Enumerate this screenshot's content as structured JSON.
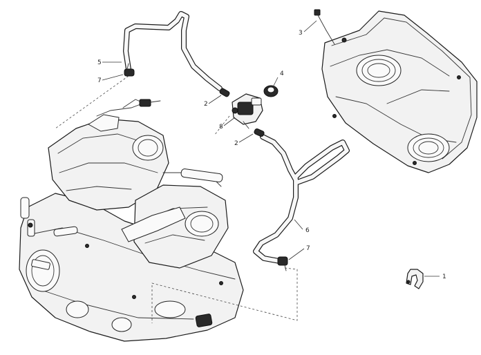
{
  "diagram": {
    "callouts": [
      {
        "id": "part-1",
        "label": "1"
      },
      {
        "id": "part-2-upper",
        "label": "2"
      },
      {
        "id": "part-2-lower",
        "label": "2"
      },
      {
        "id": "part-3",
        "label": "3"
      },
      {
        "id": "part-4",
        "label": "4"
      },
      {
        "id": "part-5",
        "label": "5"
      },
      {
        "id": "part-6",
        "label": "6"
      },
      {
        "id": "part-7-upper",
        "label": "7"
      },
      {
        "id": "part-7-lower",
        "label": "7"
      },
      {
        "id": "part-8",
        "label": "8"
      }
    ],
    "colors": {
      "line": "#1a1a1a",
      "fill": "#f2f2f2",
      "background": "#ffffff"
    }
  }
}
